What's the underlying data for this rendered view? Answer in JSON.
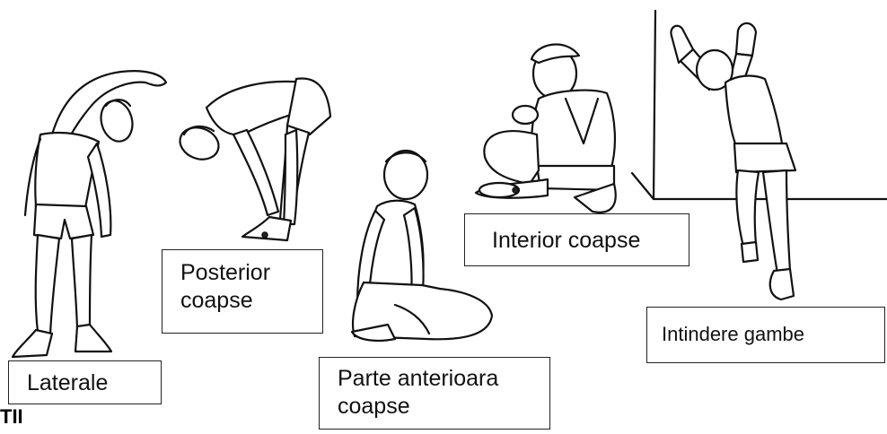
{
  "labels": {
    "laterale": "Laterale",
    "posterior": [
      "Posterior",
      "coapse"
    ],
    "anterioara": [
      "Parte anterioara",
      "coapse"
    ],
    "interior": "Interior coapse",
    "gambe": "Intindere gambe"
  },
  "page_code": "TII"
}
